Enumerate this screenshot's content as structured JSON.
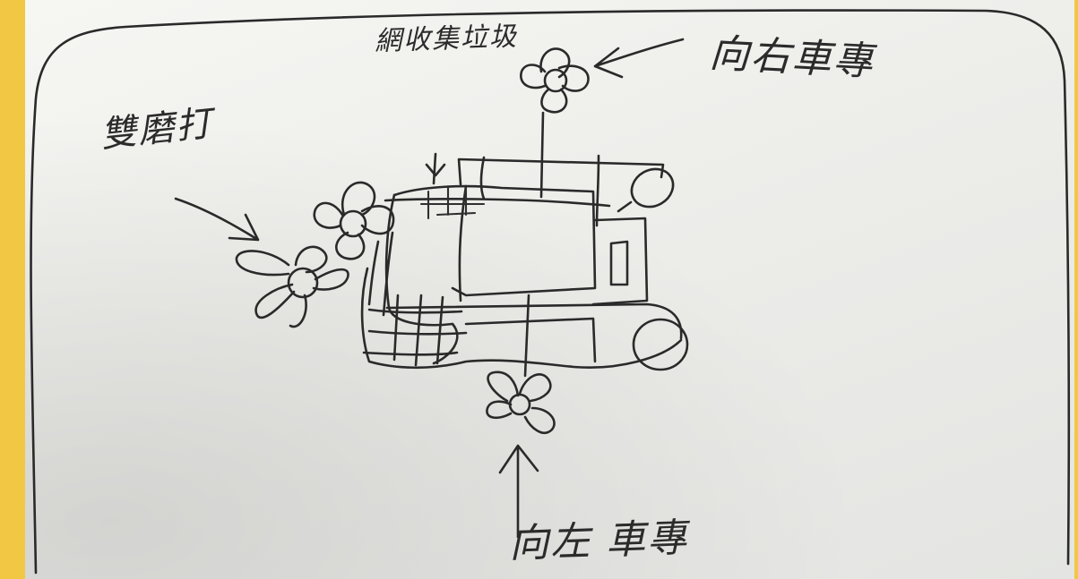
{
  "drawing": {
    "labels": {
      "turn_right": "向右車專",
      "turn_left": "向左 車專",
      "spray_label": "雙磨打",
      "net_label": "網收集垃圾"
    }
  },
  "colors": {
    "background_frame": "#f2c744",
    "paper": "#f0f0ed",
    "ink": "#2a2a2a"
  }
}
